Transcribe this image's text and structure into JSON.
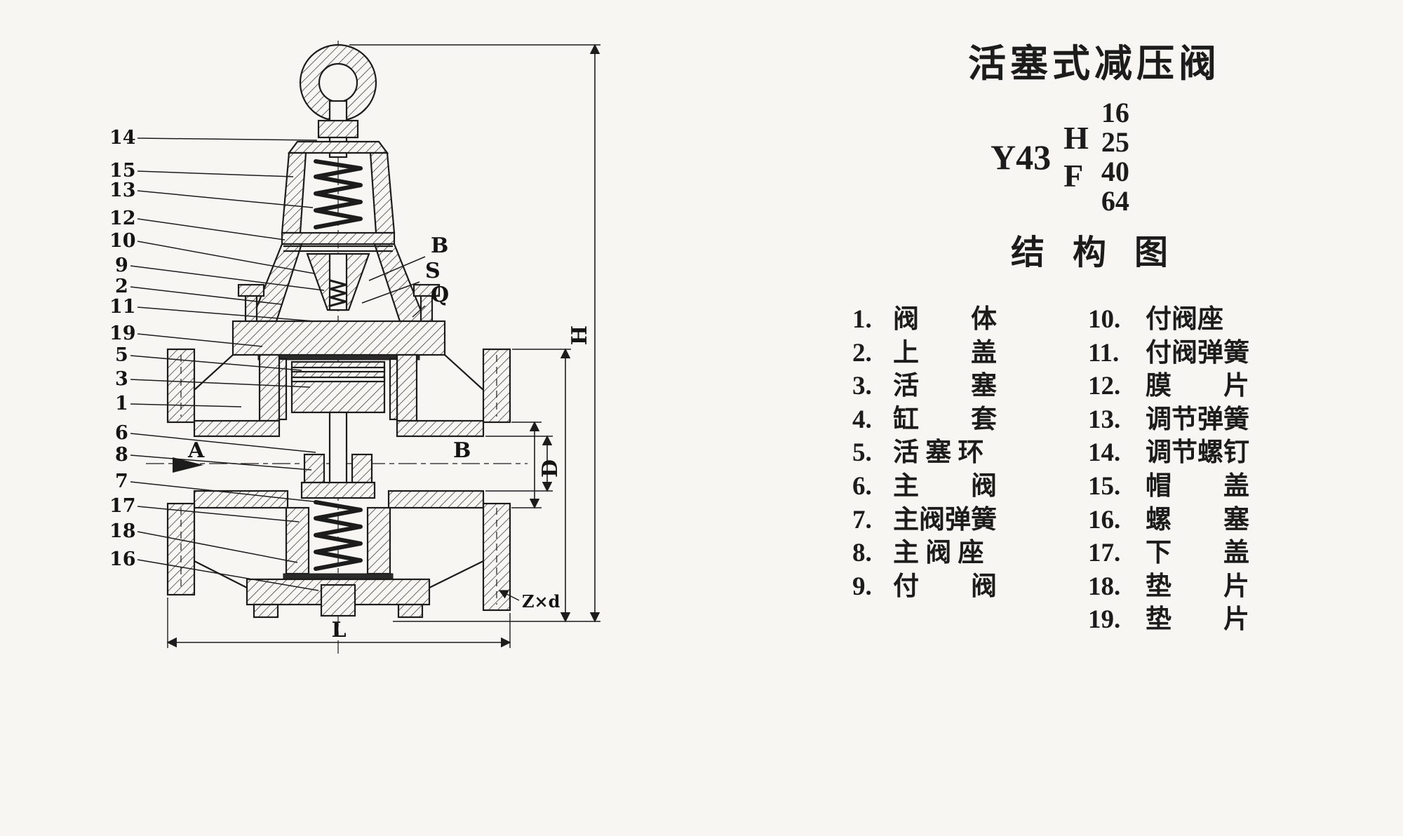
{
  "colors": {
    "paper": "#f7f6f2",
    "ink": "#1c1c1c"
  },
  "header": {
    "title": "活塞式减压阀",
    "model_code": "Y43",
    "model_letters": [
      "H",
      "F"
    ],
    "pressure_ratings": [
      "16",
      "25",
      "40",
      "64"
    ],
    "subtitle": "结 构 图"
  },
  "parts": {
    "left": [
      {
        "num": "1.",
        "label": "阀　　体"
      },
      {
        "num": "2.",
        "label": "上　　盖"
      },
      {
        "num": "3.",
        "label": "活　　塞"
      },
      {
        "num": "4.",
        "label": "缸　　套"
      },
      {
        "num": "5.",
        "label": "活 塞 环"
      },
      {
        "num": "6.",
        "label": "主　　阀"
      },
      {
        "num": "7.",
        "label": "主阀弹簧"
      },
      {
        "num": "8.",
        "label": "主 阀 座"
      },
      {
        "num": "9.",
        "label": "付　　阀"
      }
    ],
    "right": [
      {
        "num": "10.",
        "label": "付阀座"
      },
      {
        "num": "11.",
        "label": "付阀弹簧"
      },
      {
        "num": "12.",
        "label": "膜　　片"
      },
      {
        "num": "13.",
        "label": "调节弹簧"
      },
      {
        "num": "14.",
        "label": "调节螺钉"
      },
      {
        "num": "15.",
        "label": "帽　　盖"
      },
      {
        "num": "16.",
        "label": "螺　　塞"
      },
      {
        "num": "17.",
        "label": "下　　盖"
      },
      {
        "num": "18.",
        "label": "垫　　片"
      },
      {
        "num": "19.",
        "label": "垫　　片"
      }
    ]
  },
  "drawing": {
    "callouts": [
      "14",
      "15",
      "13",
      "12",
      "10",
      "9",
      "2",
      "11",
      "19",
      "5",
      "3",
      "1",
      "6",
      "8",
      "7",
      "17",
      "18",
      "16"
    ],
    "dims": {
      "b_pilot": "B",
      "s": "S",
      "q": "Q",
      "a_inlet": "A",
      "b_outlet": "B",
      "h": "H",
      "d": "D",
      "l": "L",
      "bolt_note": "Z×d"
    }
  }
}
